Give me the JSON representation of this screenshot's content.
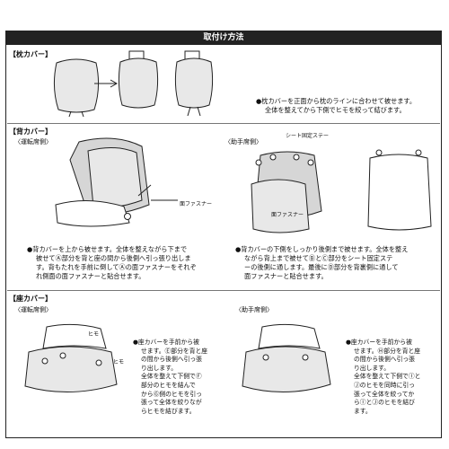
{
  "header": {
    "title": "取付け方法"
  },
  "pillow": {
    "label": "【枕カバー】",
    "note_lines": [
      "●枕カバーを正面から枕のラインに合わせて被せます。",
      "全体を整えてから下側でヒモを絞って結びます。"
    ]
  },
  "back": {
    "label": "【背カバー】",
    "driver_label": "〈運転席側〉",
    "passenger_label": "〈助手席側〉",
    "fastener_label": "面ファスナー",
    "fastener_label_2": "面ファスナー",
    "stay_label": "シート固定ステー",
    "driver_note_lines": [
      "●背カバーを上から被せます。全体を整えながら下まで",
      "被せてⒶ部分を背と座の間から後側へ引っ張り出しま",
      "す。背もたれを手前に倒してⒶの面ファスナーをそれぞ",
      "れ側面の面ファスナーと貼合せます。"
    ],
    "passenger_note_lines": [
      "●背カバーの下側をしっかり後側まで被せます。全体を整え",
      "ながら背上まで被せてⒷとⒸ部分をシート固定ステ",
      "ーの後側に通します。最後にⒹ部分を背裏側に通して",
      "面ファスナーと貼合せます。"
    ]
  },
  "seat": {
    "label": "【座カバー】",
    "driver_label": "〈運転席側〉",
    "passenger_label": "〈助手席側〉",
    "himo_label": "ヒモ",
    "himo_label_2": "ヒモ",
    "driver_note_lines": [
      "●座カバーを手前から被",
      "せます。Ⓔ部分を背と座",
      "の間から後側へ引っ張",
      "り出します。",
      "全体を整えて下側でⒻ",
      "部分のヒモを結んで",
      "からⒼ側のヒモを引っ",
      "張って全体を絞りなが",
      "らヒモを結びます。"
    ],
    "passenger_note_lines": [
      "●座カバーを手前から被",
      "せます。Ⓗ部分を背と座",
      "の間から後側へ引っ張",
      "り出します。",
      "全体を整えて下側でⒾと",
      "Ⓙのヒモを同時に引っ",
      "張って全体を絞ってか",
      "らⒾとⒿのヒモを結び",
      "ます。"
    ]
  },
  "markers": [
    "A",
    "B",
    "C",
    "D",
    "E",
    "F",
    "G",
    "H",
    "I",
    "J"
  ],
  "icons": [
    "arrow-right-icon",
    "circle-marker-icon"
  ]
}
